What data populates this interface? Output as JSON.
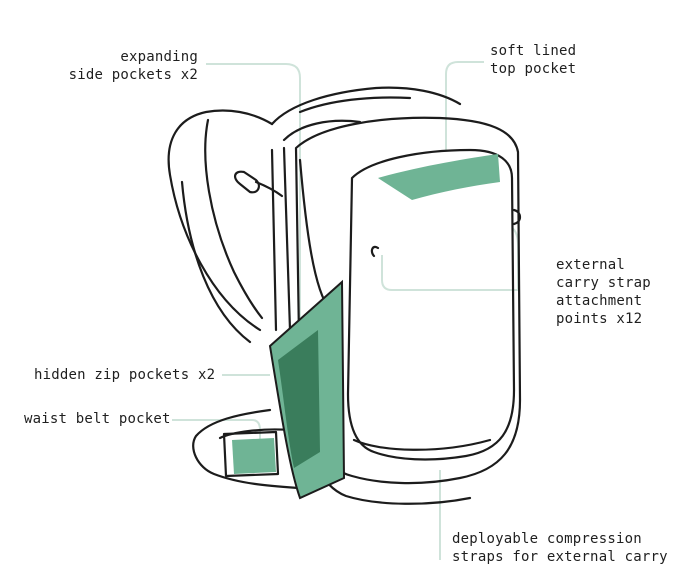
{
  "labels": {
    "side_pockets": [
      "expanding",
      "side pockets x2"
    ],
    "top_pocket": [
      "soft lined",
      "top pocket"
    ],
    "attachment_points": [
      "external",
      "carry strap",
      "attachment",
      "points x12"
    ],
    "hidden_zip": "hidden zip pockets x2",
    "waist_belt": "waist belt pocket",
    "compression_straps": [
      "deployable compression",
      "straps for external carry"
    ]
  },
  "colors": {
    "outline": "#1c1c1c",
    "leader": "#cfe3da",
    "accent": "#6fb495",
    "accent_dark": "#3a7d5c"
  }
}
